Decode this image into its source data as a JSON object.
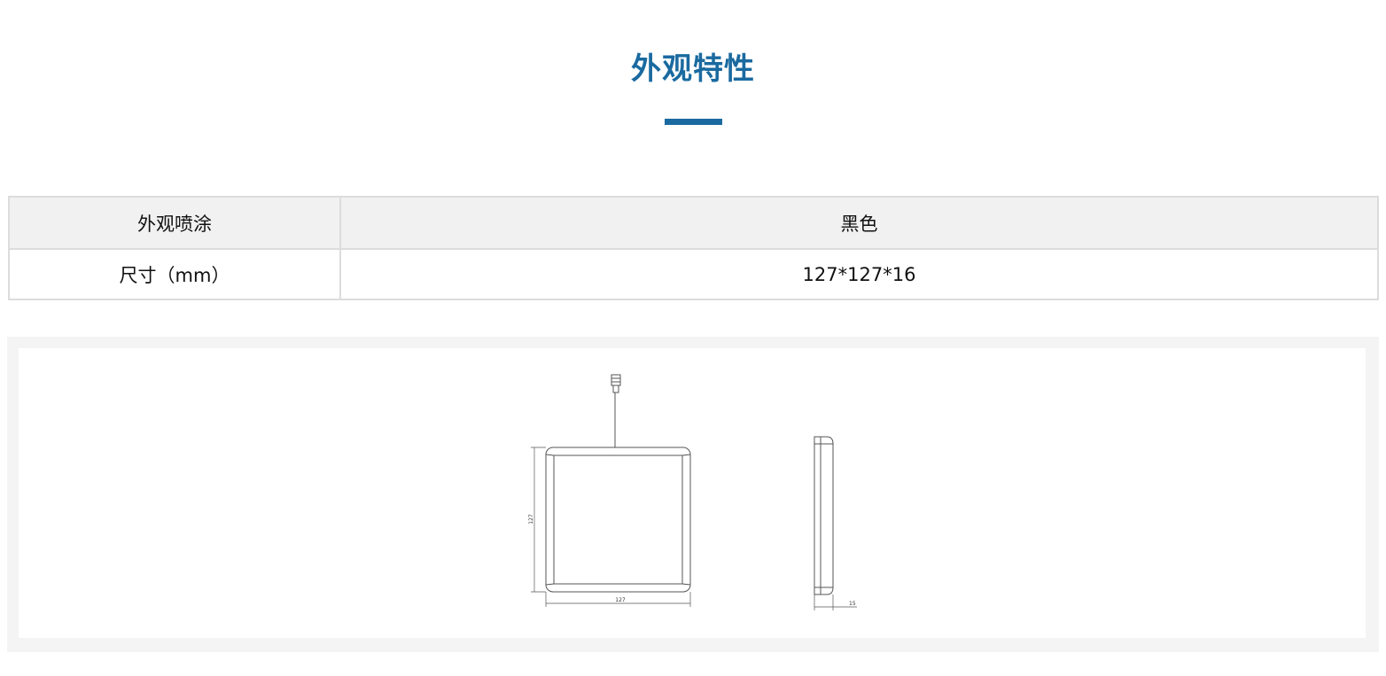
{
  "section": {
    "title": "外观特性"
  },
  "spec_table": {
    "rows": [
      {
        "label": "外观喷涂",
        "value": "黑色"
      },
      {
        "label": "尺寸（mm）",
        "value": "127*127*16"
      }
    ]
  },
  "drawing": {
    "front_width_label": "127",
    "front_height_label": "127",
    "side_thickness_label": "15"
  },
  "colors": {
    "accent": "#1a6aa0",
    "table_border": "#dcdcdc",
    "header_row_bg": "#f1f1f1",
    "frame_bg": "#f4f4f4"
  }
}
